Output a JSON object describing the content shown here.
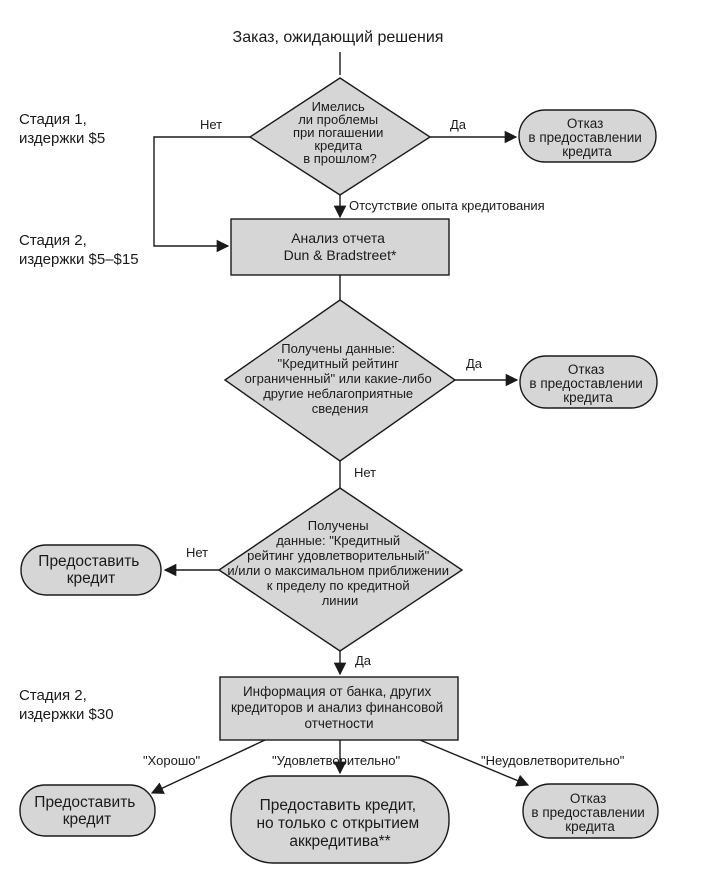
{
  "start_label": "Заказ, ожидающий решения",
  "stages": {
    "s1": [
      "Стадия 1,",
      "издержки $5"
    ],
    "s2": [
      "Стадия 2,",
      "издержки $5–$15"
    ],
    "s3": [
      "Стадия 2,",
      "издержки $30"
    ]
  },
  "decisions": {
    "d1": [
      "Имелись",
      "ли проблемы",
      "при погашении",
      "кредита",
      "в прошлом?"
    ],
    "d2": [
      "Получены данные:",
      "\"Кредитный рейтинг",
      "ограниченный\" или какие-либо",
      "другие неблагоприятные",
      "сведения"
    ],
    "d3": [
      "Получены",
      "данные: \"Кредитный",
      "рейтинг удовлетворительный\"",
      "и/или о максимальном приближении",
      "к пределу по кредитной",
      "линии"
    ]
  },
  "processes": {
    "p1": [
      "Анализ отчета",
      "Dun & Bradstreet*"
    ],
    "p2": [
      "Информация от банка, других",
      "кредиторов и анализ финансовой",
      "отчетности"
    ]
  },
  "terminals": {
    "refuse1": [
      "Отказ",
      "в предоставлении",
      "кредита"
    ],
    "refuse2": [
      "Отказ",
      "в предоставлении",
      "кредита"
    ],
    "grant1": [
      "Предоставить",
      "кредит"
    ],
    "grant2": [
      "Предоставить",
      "кредит"
    ],
    "grant_lc": [
      "Предоставить кредит,",
      "но только с открытием",
      "аккредитива**"
    ],
    "refuse3": [
      "Отказ",
      "в предоставлении",
      "кредита"
    ]
  },
  "edge_labels": {
    "d1_no": "Нет",
    "d1_yes": "Да",
    "no_history": "Отсутствие опыта кредитования",
    "d2_yes": "Да",
    "d2_no": "Нет",
    "d3_no": "Нет",
    "d3_yes": "Да",
    "good": "\"Хорошо\"",
    "satisfactory": "\"Удовлетворительно\"",
    "unsatisfactory": "\"Неудовлетворительно\""
  }
}
